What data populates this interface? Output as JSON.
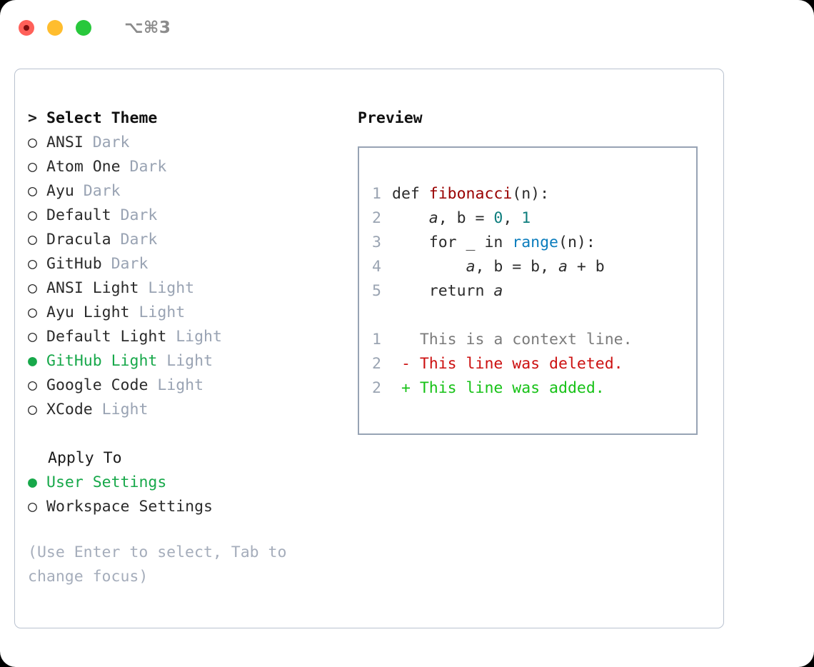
{
  "titlebar": {
    "shortcut": "⌥⌘3",
    "buttons": [
      "close",
      "minimize",
      "maximize"
    ]
  },
  "left": {
    "header": {
      "prefix": "> ",
      "title": "Select Theme"
    },
    "themes": [
      {
        "marker": "○",
        "name": "ANSI",
        "tag": "Dark",
        "selected": false
      },
      {
        "marker": "○",
        "name": "Atom One",
        "tag": "Dark",
        "selected": false
      },
      {
        "marker": "○",
        "name": "Ayu",
        "tag": "Dark",
        "selected": false
      },
      {
        "marker": "○",
        "name": "Default",
        "tag": "Dark",
        "selected": false
      },
      {
        "marker": "○",
        "name": "Dracula",
        "tag": "Dark",
        "selected": false
      },
      {
        "marker": "○",
        "name": "GitHub",
        "tag": "Dark",
        "selected": false
      },
      {
        "marker": "○",
        "name": "ANSI Light",
        "tag": "Light",
        "selected": false
      },
      {
        "marker": "○",
        "name": "Ayu Light",
        "tag": "Light",
        "selected": false
      },
      {
        "marker": "○",
        "name": "Default Light",
        "tag": "Light",
        "selected": false
      },
      {
        "marker": "●",
        "name": "GitHub Light",
        "tag": "Light",
        "selected": true
      },
      {
        "marker": "○",
        "name": "Google Code",
        "tag": "Light",
        "selected": false
      },
      {
        "marker": "○",
        "name": "XCode",
        "tag": "Light",
        "selected": false
      }
    ],
    "apply_to": {
      "title": "Apply To",
      "options": [
        {
          "marker": "●",
          "name": "User Settings",
          "selected": true
        },
        {
          "marker": "○",
          "name": "Workspace Settings",
          "selected": false
        }
      ]
    },
    "hint": "(Use Enter to select, Tab to change focus)"
  },
  "right": {
    "title": "Preview",
    "code_lines": [
      {
        "n": "1",
        "tokens": [
          {
            "t": "def ",
            "c": "plain"
          },
          {
            "t": "fibonacci",
            "c": "fn"
          },
          {
            "t": "(n):",
            "c": "plain"
          }
        ]
      },
      {
        "n": "2",
        "tokens": [
          {
            "t": "    ",
            "c": "plain"
          },
          {
            "t": "a",
            "c": "var"
          },
          {
            "t": ", b = ",
            "c": "plain"
          },
          {
            "t": "0",
            "c": "num"
          },
          {
            "t": ", ",
            "c": "plain"
          },
          {
            "t": "1",
            "c": "num"
          }
        ]
      },
      {
        "n": "3",
        "tokens": [
          {
            "t": "    for _ in ",
            "c": "plain"
          },
          {
            "t": "range",
            "c": "builtin"
          },
          {
            "t": "(n):",
            "c": "plain"
          }
        ]
      },
      {
        "n": "4",
        "tokens": [
          {
            "t": "        ",
            "c": "plain"
          },
          {
            "t": "a",
            "c": "var"
          },
          {
            "t": ", b = b, ",
            "c": "plain"
          },
          {
            "t": "a",
            "c": "var"
          },
          {
            "t": " + b",
            "c": "plain"
          }
        ]
      },
      {
        "n": "5",
        "tokens": [
          {
            "t": "    return ",
            "c": "plain"
          },
          {
            "t": "a",
            "c": "var"
          }
        ]
      }
    ],
    "diff_lines": [
      {
        "n": "1",
        "sign": " ",
        "text": "This is a context line.",
        "kind": "ctx"
      },
      {
        "n": "2",
        "sign": "-",
        "text": "This line was deleted.",
        "kind": "del"
      },
      {
        "n": "2",
        "sign": "+",
        "text": "This line was added.",
        "kind": "add"
      }
    ]
  },
  "colors": {
    "accent_green": "#17a84a",
    "muted": "#99a3b3",
    "border": "#97a3b4",
    "diff_delete": "#cc1111",
    "diff_add": "#17c217",
    "syntax_function": "#990000",
    "syntax_number": "#0d7d7d",
    "syntax_builtin": "#0b7dbd"
  }
}
